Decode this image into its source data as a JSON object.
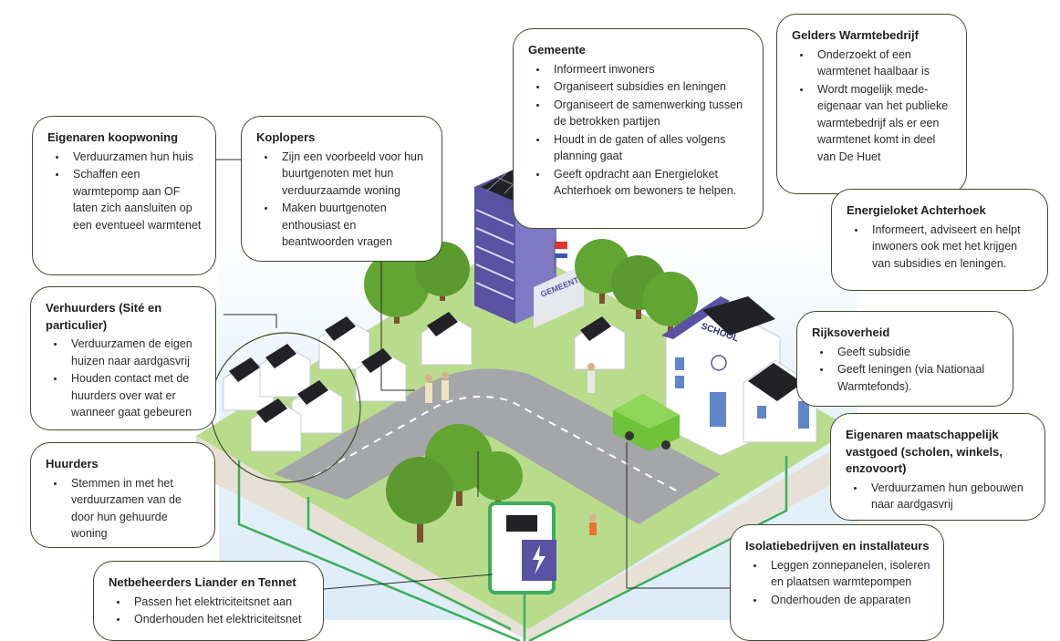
{
  "boxes": {
    "gemeente": {
      "title": "Gemeente",
      "items": [
        "Informeert inwoners",
        "Organiseert subsidies en leningen",
        "Organiseert de samenwerking tussen de betrokken partijen",
        "Houdt in de gaten of alles volgens planning gaat",
        "Geeft opdracht aan Energieloket Achterhoek om bewoners te helpen."
      ]
    },
    "gelders": {
      "title": "Gelders Warmtebedrijf",
      "items": [
        "Onderzoekt of een warmtenet haalbaar is",
        "Wordt mogelijk mede-eigenaar van het publieke warmtebedrijf als er een warmtenet komt in deel van De Huet"
      ]
    },
    "energieloket": {
      "title": "Energieloket Achterhoek",
      "items": [
        "Informeert, adviseert en helpt inwoners ook met het krijgen van subsidies en leningen."
      ]
    },
    "koopwoning": {
      "title": "Eigenaren koopwoning",
      "items": [
        "Verduurzamen hun huis",
        "Schaffen een warmtepomp aan OF laten zich aansluiten op een eventueel warmtenet"
      ]
    },
    "koplopers": {
      "title": "Koplopers",
      "items": [
        "Zijn een voorbeeld voor hun buurtgenoten met hun verduurzaamde woning",
        "Maken buurtgenoten enthousiast en beantwoorden vragen"
      ]
    },
    "verhuurders": {
      "title": "Verhuurders (Sité en particulier)",
      "items": [
        "Verduurzamen de eigen huizen naar aardgasvrij",
        "Houden contact met de huurders over wat er wanneer gaat gebeuren"
      ]
    },
    "huurders": {
      "title": "Huurders",
      "items": [
        "Stemmen in met het verduurzamen van de door hun gehuurde woning"
      ]
    },
    "rijksoverheid": {
      "title": "Rijksoverheid",
      "items": [
        "Geeft subsidie",
        "Geeft leningen (via Nationaal Warmtefonds)."
      ]
    },
    "maatschappelijk": {
      "title": "Eigenaren maatschappelijk vastgoed (scholen, winkels, enzovoort)",
      "items": [
        "Verduurzamen hun gebouwen naar aardgasvrij"
      ]
    },
    "netbeheerders": {
      "title": "Netbeheerders Liander en Tennet",
      "items": [
        "Passen het elektriciteitsnet aan",
        "Onderhouden het elektriciteitsnet"
      ]
    },
    "isolatie": {
      "title": "Isolatiebedrijven en installateurs",
      "items": [
        "Leggen zonnepanelen, isoleren en plaatsen warmtepompen",
        "Onderhouden de apparaten"
      ]
    }
  },
  "illustration": {
    "gemeente_sign": "GEMEENTE",
    "school_sign": "SCHOOL",
    "colors": {
      "grass": "#b9dc8c",
      "road": "#a4a6a9",
      "purple": "#5a52a3",
      "green_line": "#3cae5c",
      "tree": "#62a533"
    }
  }
}
